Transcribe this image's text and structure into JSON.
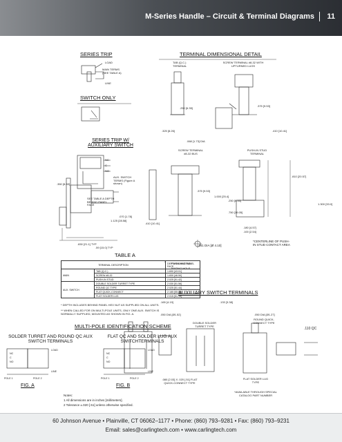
{
  "header": {
    "title": "M-Series Handle – Circuit & Terminal Diagrams",
    "page": "11"
  },
  "sections": {
    "series_trip": "SERIES TRIP",
    "switch_only": "SWITCH ONLY",
    "series_trip_aux": "SERIES TRIP W/ AUXILIARY SWITCH",
    "terminal_detail": "TERMINAL DIMENSIONAL DETAIL",
    "table_a": "TABLE A",
    "aux_terminals": "AUXILIARY SWITCH TERMINALS",
    "multi_pole": "MULTI-POLE IDENTIFICATION SCHEME",
    "fig_a_title": "SOLDER TURRET AND ROUND QC AUX SWITCH TERMINALS",
    "fig_b_title": "FLAT QC AND SOLDER LUG AUX SWITCHTERMINALS",
    "fig_a": "FIG. A",
    "fig_b": "FIG. B"
  },
  "labels": {
    "load": "LOAD",
    "line": "LINE",
    "main_terms": "MAIN TERMS (SEE TABLE A)",
    "aux_switch_terms": "AUX. SWITCH TERMS (Figure A shown)",
    "see_table_a": "SEE TABLE A DEPTH BEHIND PANEL FACE",
    "nc": "NC",
    "no": "NO",
    "c": "C",
    "dim_350": ".350 [8.89]",
    "dim_1125": "1.125 [28.58]",
    "dim_070": ".070 [1.78]",
    "dim_830": ".830 [21.1] TYP",
    "dim_590": ".59 [15.0] TYP",
    "tab_qc": "TAB (Q.C.) TERMINAL",
    "screw_832_upturned": "SCREW TERMINAL #8-32 WITH UPTURNED LUGS",
    "screw_832_bus": "SCREW TERMINAL #8-32 BUS",
    "push_in": "PUSH-IN STUD TERMINAL",
    "d_250": ".250 [6.35]",
    "d_325": ".325 [8.26]",
    "d_375": ".375 [9.53]",
    "d_410": ".410 [10.41]",
    "d_068": ".068 [1.73] DIA",
    "d_1000": "1.000 [25.4]",
    "d_250b": ".250 [6.35]",
    "d_750": ".750 [19.05]",
    "d_180": ".180 [4.57]",
    "d_100": ".100 [2.54]",
    "d_810": ".810 [20.57]",
    "d_1300": "1.300 [33.0]",
    "d_161": ".161 DIA [Ø 4.10]",
    "centerline": "*CENTERLINE OF PUSH-IN STUD CONTACT AREA",
    "push_in_stud": "PUSH-IN STUD",
    "mating_hole": "MATING HOLE",
    "aux_165": ".165 [4.19]",
    "aux_133": ".133 [3.38]",
    "aux_050a": ".050 DIA [Ø1.52]",
    "aux_050b": ".050 DIA [Ø1.27]",
    "double_solder": "DOUBLE SOLDER TURRET TYPE",
    "round_qc": "ROUND QUICK-CONNECT TYPE",
    "flat_qc_type": ".110 QC",
    "aux_080": ".080 [2.03] X .020 [.51] FLAT QUICK-CONNECT TYPE",
    "flat_solder": "FLAT SOLDER LUG TYPE",
    "avail_special": "*AVAILABLE THROUGH SPECIAL CATALOG PART NUMBER",
    "pole1": "POLE 1",
    "pole2": "POLE 2"
  },
  "table_a": {
    "head_desc": "TERMINAL DESCRIPTION",
    "head_depth": "DEPTH BEHIND PANEL FACE",
    "head_star": "*",
    "group_main": "MAIN",
    "group_aux": "AUX. SWITCH",
    "rows": [
      {
        "desc": "TAB (Q.C.)",
        "depth": "1.690 [43.01]"
      },
      {
        "desc": "SCREW #8-32",
        "depth": "1.830 [46.50]"
      },
      {
        "desc": "PUSH-IN STUD",
        "depth": "2.025 [51.42]"
      },
      {
        "desc": "DOUBLE SOLDER TURRET TYPE",
        "depth": "2.030 [51.56]"
      },
      {
        "desc": "ROUND QC TYPE",
        "depth": "2.025 [51.44]"
      },
      {
        "desc": "FLAT QUICK-CONNECT",
        "depth": "2.185 [55.50]"
      },
      {
        "desc": "FLAT SOLDER LUG",
        "depth": "2.015 [51.18]"
      }
    ],
    "note1": "* DEPTH INCLUDES BEHIND PANEL HEX NUT AS SUPPLIED ON ALL UNITS.",
    "note2": "** WHEN CALLED FOR ON MULTI-POLE UNITS, ONLY ONE AUX. SWITCH IS NORMALLY SUPPLIED, MOUNTED AS SHOWN IN FIG. A."
  },
  "notes": {
    "heading": "Notes:",
    "n1": "1   All dimensions are in inches [millimeters].",
    "n2": "2   Tolerance ±.020 [.51] unless otherwise specified."
  },
  "footer": {
    "line1": "60 Johnson Avenue • Plainville, CT 06062–1177 • Phone: (860) 793–9281 • Fax: (860) 793–9231",
    "line2": "Email: sales@carlingtech.com • www.carlingtech.com"
  }
}
